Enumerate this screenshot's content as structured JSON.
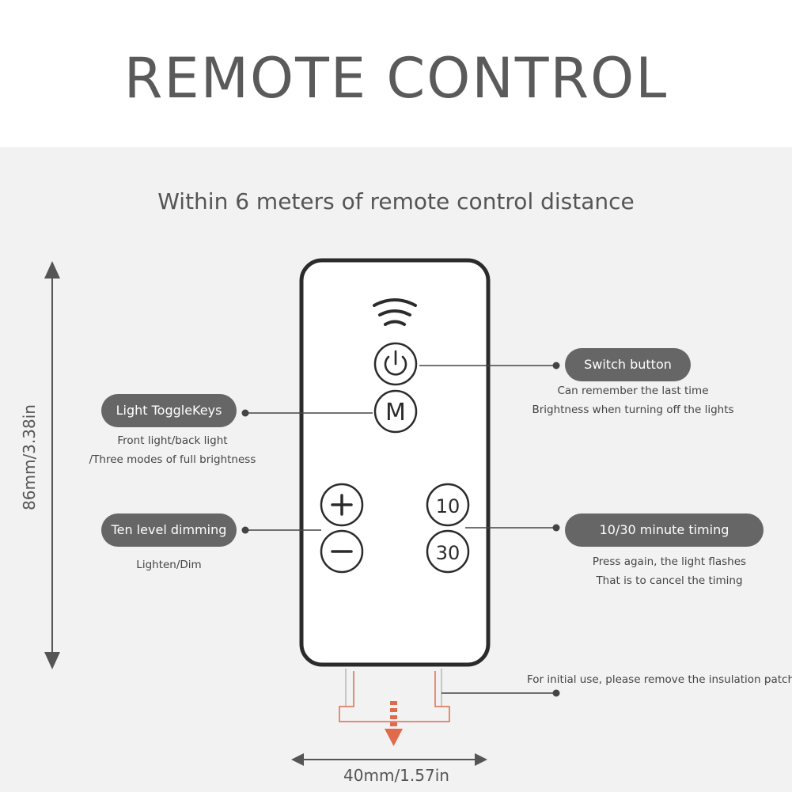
{
  "title": "REMOTE CONTROL",
  "subtitle": "Within 6 meters of remote control distance",
  "dimensions": {
    "height": "86mm/3.38in",
    "width": "40mm/1.57in"
  },
  "remote": {
    "buttons": {
      "mode_label": "M",
      "timer_10_label": "10",
      "timer_30_label": "30"
    }
  },
  "callouts": {
    "switch": {
      "label": "Switch button",
      "notes": [
        "Can remember the last time",
        "Brightness when turning off the lights"
      ]
    },
    "toggle": {
      "label": "Light ToggleKeys",
      "notes": [
        "Front light/back light",
        "/Three modes of full brightness"
      ]
    },
    "dimming": {
      "label": "Ten level dimming",
      "notes": [
        "Lighten/Dim"
      ]
    },
    "timing": {
      "label": "10/30 minute timing",
      "notes": [
        "Press again, the light flashes",
        "That is to cancel the timing"
      ]
    },
    "insulation": {
      "note": "For initial use, please remove the insulation patch"
    }
  },
  "colors": {
    "pill": "#666666",
    "remote_outline": "#2b2b2b",
    "patch": "#e06a4c",
    "background": "#f2f2f2"
  },
  "icons": [
    "wifi-signal-icon",
    "power-icon",
    "plus-icon",
    "minus-icon",
    "arrow-down-icon"
  ]
}
